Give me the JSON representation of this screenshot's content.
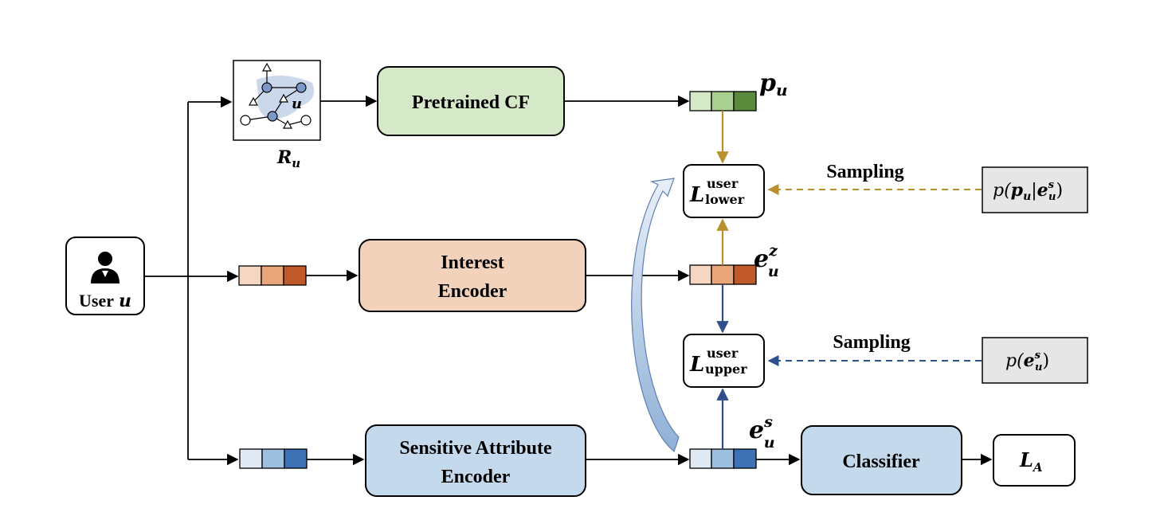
{
  "user": {
    "label": "User",
    "var": "u"
  },
  "graph": {
    "node_var": "u",
    "caption": "R",
    "caption_sub": "u"
  },
  "nodes": {
    "pretrained_cf": "Pretrained CF",
    "interest_encoder": [
      "Interest",
      "Encoder"
    ],
    "sensitive_encoder": [
      "Sensitive Attribute",
      "Encoder"
    ],
    "classifier": "Classifier"
  },
  "embeddings": {
    "p": {
      "base": "p",
      "sub": "u"
    },
    "ez": {
      "base": "e",
      "sup": "z",
      "sub": "u"
    },
    "es": {
      "base": "e",
      "sup": "s",
      "sub": "u"
    }
  },
  "losses": {
    "lower": {
      "base": "L",
      "sup": "user",
      "sub": "lower"
    },
    "upper": {
      "base": "L",
      "sup": "user",
      "sub": "upper"
    },
    "la": {
      "base": "L",
      "sub": "A"
    }
  },
  "sampling": {
    "label_top": "Sampling",
    "label_bottom": "Sampling"
  },
  "distributions": {
    "top": {
      "prefix": "p(",
      "p": "p",
      "p_sub": "u",
      "bar": "|",
      "e": "e",
      "e_sup": "s",
      "e_sub": "u",
      "suffix": ")"
    },
    "bottom": {
      "prefix": "p(",
      "e": "e",
      "e_sup": "s",
      "e_sub": "u",
      "suffix": ")"
    }
  },
  "colors": {
    "cf_fill": "#d5e8c8",
    "interest_fill": "#f3d2bb",
    "sensitive_fill": "#c5d9ec",
    "classifier_fill": "#c5d9ec",
    "dist_fill": "#e6e6e6",
    "green_arrow": "#b8902e",
    "blue_arrow": "#2e4f8c",
    "green": [
      "#d5e8c8",
      "#a9cf91",
      "#5c8a3d"
    ],
    "orange": [
      "#f5d6c0",
      "#e8a67a",
      "#c0592a"
    ],
    "blue": [
      "#dfeaf5",
      "#9dbfe0",
      "#3d72b4"
    ]
  }
}
